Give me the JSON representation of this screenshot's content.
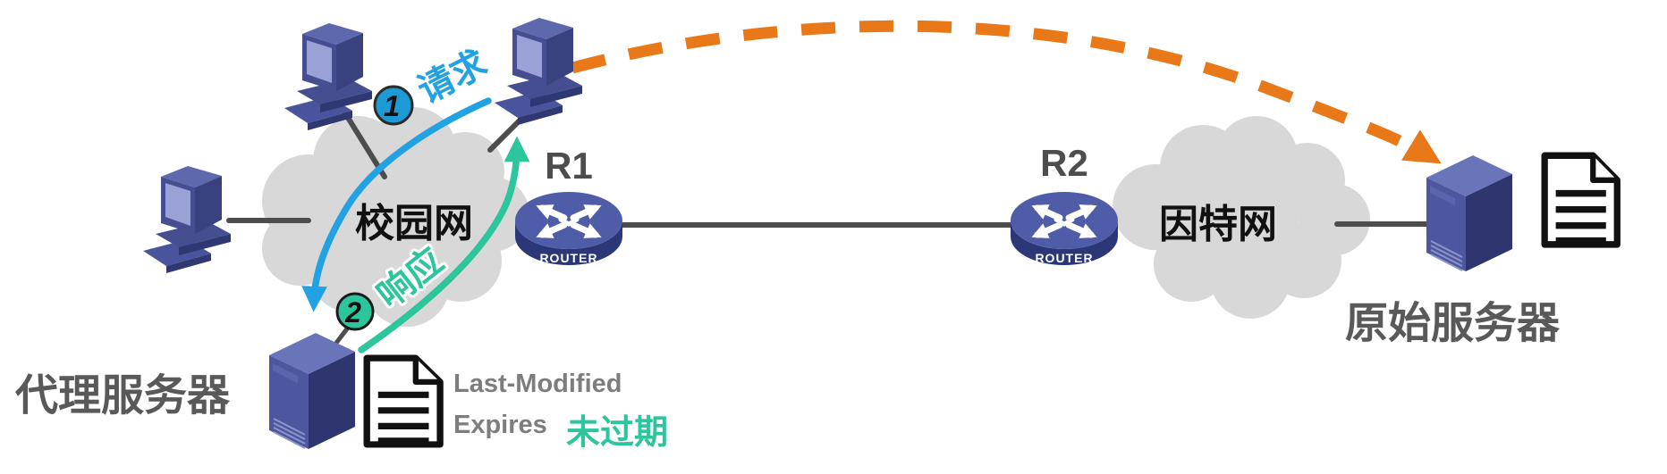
{
  "nodes": {
    "campus_network": "校园网",
    "internet": "因特网",
    "router1": "R1",
    "router2": "R2",
    "router_badge": "ROUTER",
    "proxy_server": "代理服务器",
    "origin_server": "原始服务器"
  },
  "flows": {
    "request": {
      "step": "1",
      "label": "请求"
    },
    "response": {
      "step": "2",
      "label": "响应"
    }
  },
  "cache_note": {
    "field1": "Last-Modified",
    "field2": "Expires",
    "status": "未过期"
  },
  "colors": {
    "request_blue": "#22a2e2",
    "response_green": "#2cc59c",
    "prefetch_orange": "#e87818",
    "cloud_gray": "#d8d8d8",
    "label_gray": "#595959",
    "device_navy": "#39427e"
  }
}
